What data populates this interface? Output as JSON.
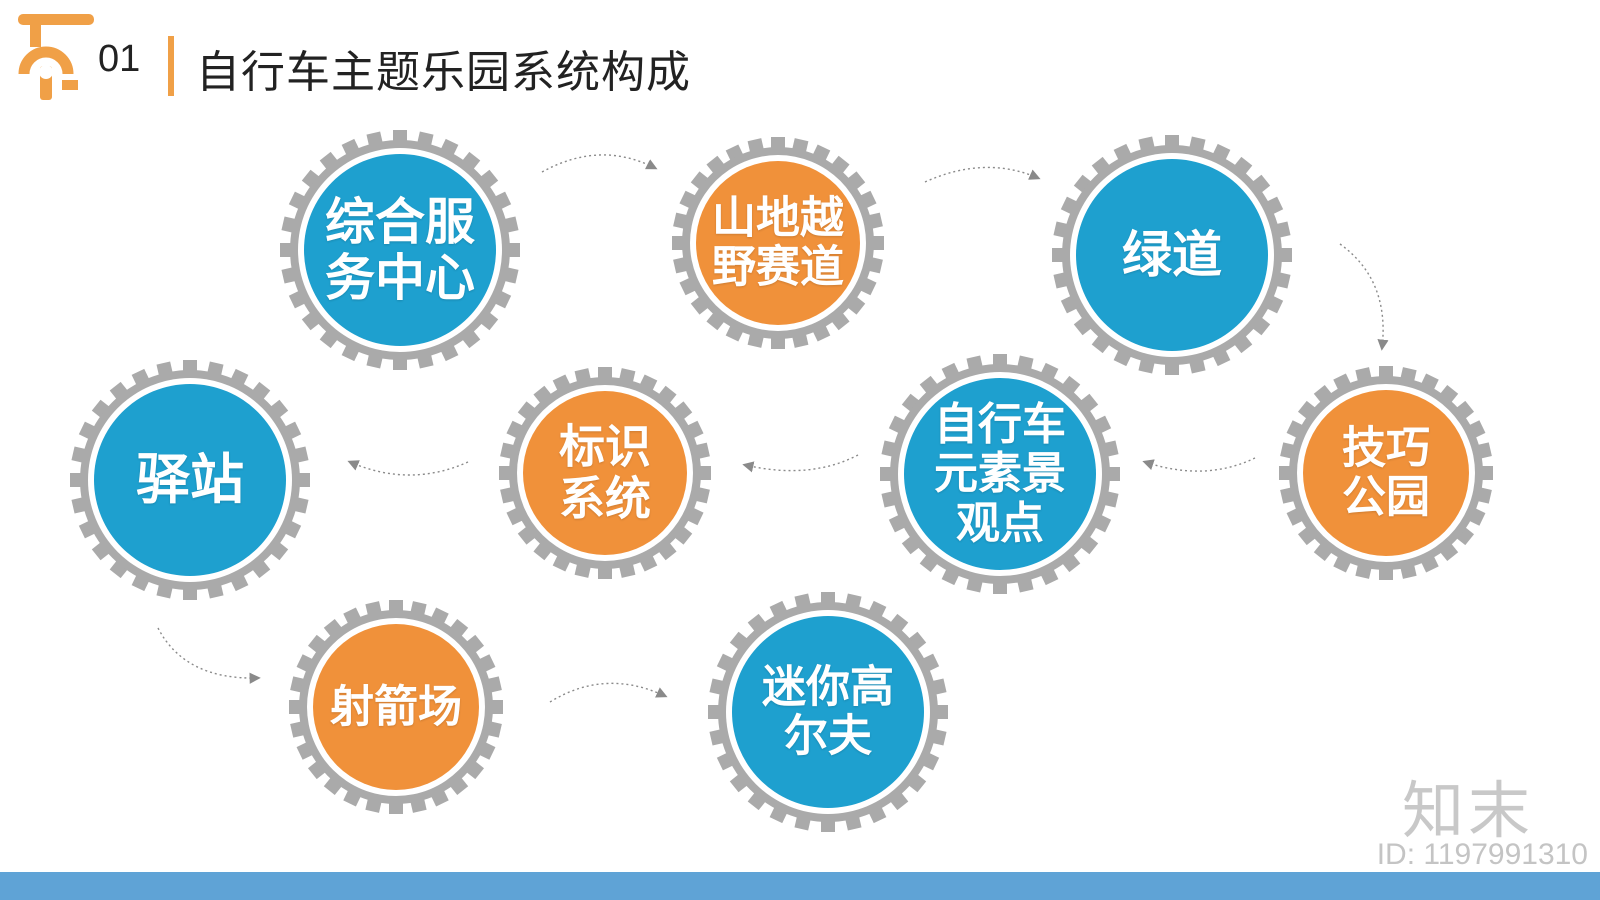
{
  "header": {
    "number": "01",
    "title": "自行车主题乐园系统构成"
  },
  "colors": {
    "blue": "#1ea0cf",
    "orange": "#f0913a",
    "gear": "#aaaaaa",
    "accent": "#f0a047",
    "footer": "#5fa3d6"
  },
  "nodes": [
    {
      "id": "service",
      "lines": [
        "综合服",
        "务中心"
      ],
      "color": "blue"
    },
    {
      "id": "mtb",
      "lines": [
        "山地越",
        "野赛道"
      ],
      "color": "orange"
    },
    {
      "id": "greenway",
      "lines": [
        "绿道"
      ],
      "color": "blue"
    },
    {
      "id": "skills",
      "lines": [
        "技巧",
        "公园"
      ],
      "color": "orange"
    },
    {
      "id": "scenery",
      "lines": [
        "自行车",
        "元素景",
        "观点"
      ],
      "color": "blue"
    },
    {
      "id": "signage",
      "lines": [
        "标识",
        "系统"
      ],
      "color": "orange"
    },
    {
      "id": "station",
      "lines": [
        "驿站"
      ],
      "color": "blue"
    },
    {
      "id": "archery",
      "lines": [
        "射箭场"
      ],
      "color": "orange"
    },
    {
      "id": "golf",
      "lines": [
        "迷你高",
        "尔夫"
      ],
      "color": "blue"
    }
  ],
  "watermark": {
    "brand": "知末",
    "image_id": "ID: 1197991310"
  }
}
